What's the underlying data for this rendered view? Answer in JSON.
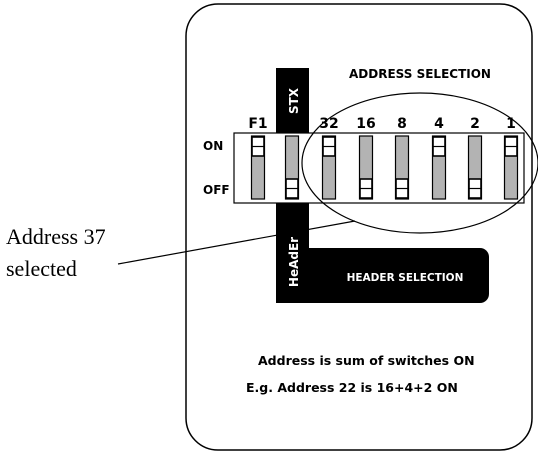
{
  "callout": {
    "line1": "Address 37",
    "line2": "selected"
  },
  "address_section": {
    "title": "ADDRESS SELECTION"
  },
  "header_section": {
    "label": "HEADER SELECTION",
    "vertical_top": "STX",
    "vertical_bottom": "HeAdEr"
  },
  "state_labels": {
    "on": "ON",
    "off": "OFF"
  },
  "switches": [
    {
      "label": "F1",
      "state": "ON"
    },
    {
      "label": "",
      "state": "OFF"
    },
    {
      "label": "32",
      "state": "ON"
    },
    {
      "label": "16",
      "state": "OFF"
    },
    {
      "label": "8",
      "state": "OFF"
    },
    {
      "label": "4",
      "state": "ON"
    },
    {
      "label": "2",
      "state": "OFF"
    },
    {
      "label": "1",
      "state": "ON"
    }
  ],
  "notes": {
    "line1": "Address is sum of switches ON",
    "line2": "E.g.  Address 22 is 16+4+2 ON"
  },
  "colors": {
    "ink": "#000000",
    "switch_fill": "#b3b3b3",
    "background": "#ffffff"
  }
}
